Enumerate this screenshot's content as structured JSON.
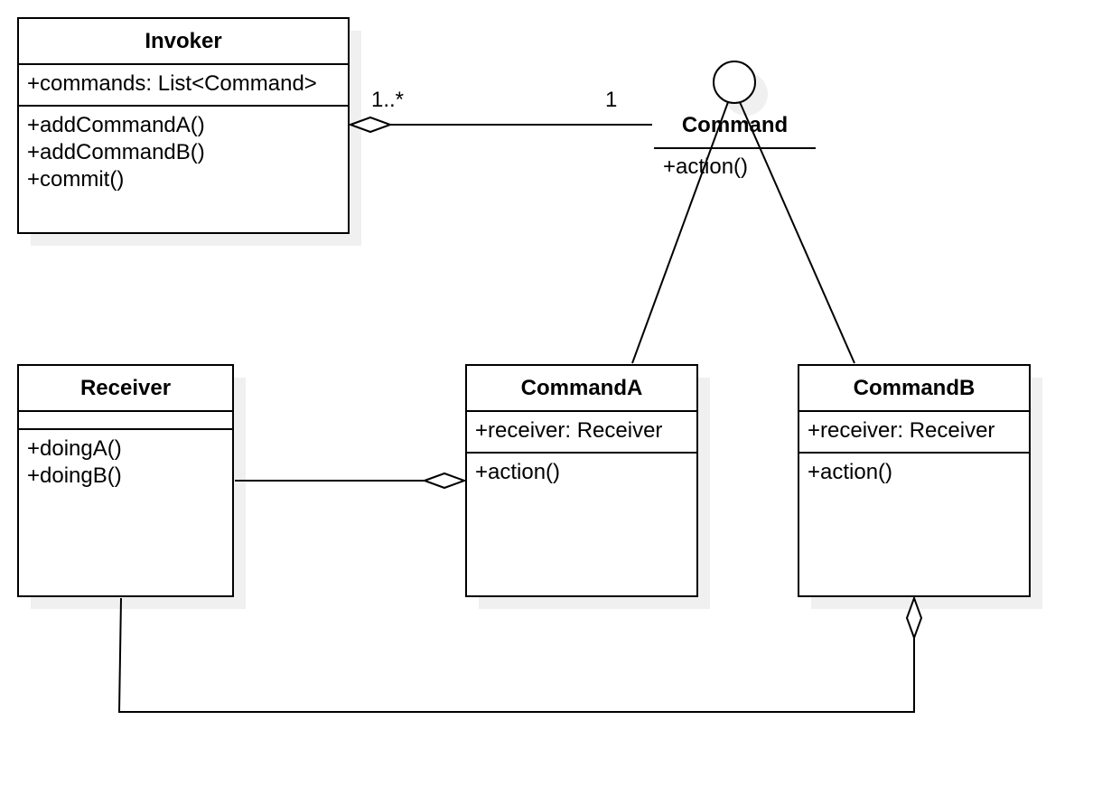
{
  "classes": {
    "invoker": {
      "name": "Invoker",
      "attributes": [
        "+commands: List<Command>"
      ],
      "operations": [
        "+addCommandA()",
        "+addCommandB()",
        "+commit()"
      ]
    },
    "receiver": {
      "name": "Receiver",
      "attributes": [],
      "operations": [
        "+doingA()",
        "+doingB()"
      ]
    },
    "command_a": {
      "name": "CommandA",
      "attributes": [
        "+receiver: Receiver"
      ],
      "operations": [
        "+action()"
      ]
    },
    "command_b": {
      "name": "CommandB",
      "attributes": [
        "+receiver: Receiver"
      ],
      "operations": [
        "+action()"
      ]
    }
  },
  "interface": {
    "name": "Command",
    "operations": [
      "+action()"
    ]
  },
  "associations": {
    "invoker_command": {
      "source_multiplicity": "1..*",
      "target_multiplicity": "1"
    }
  }
}
